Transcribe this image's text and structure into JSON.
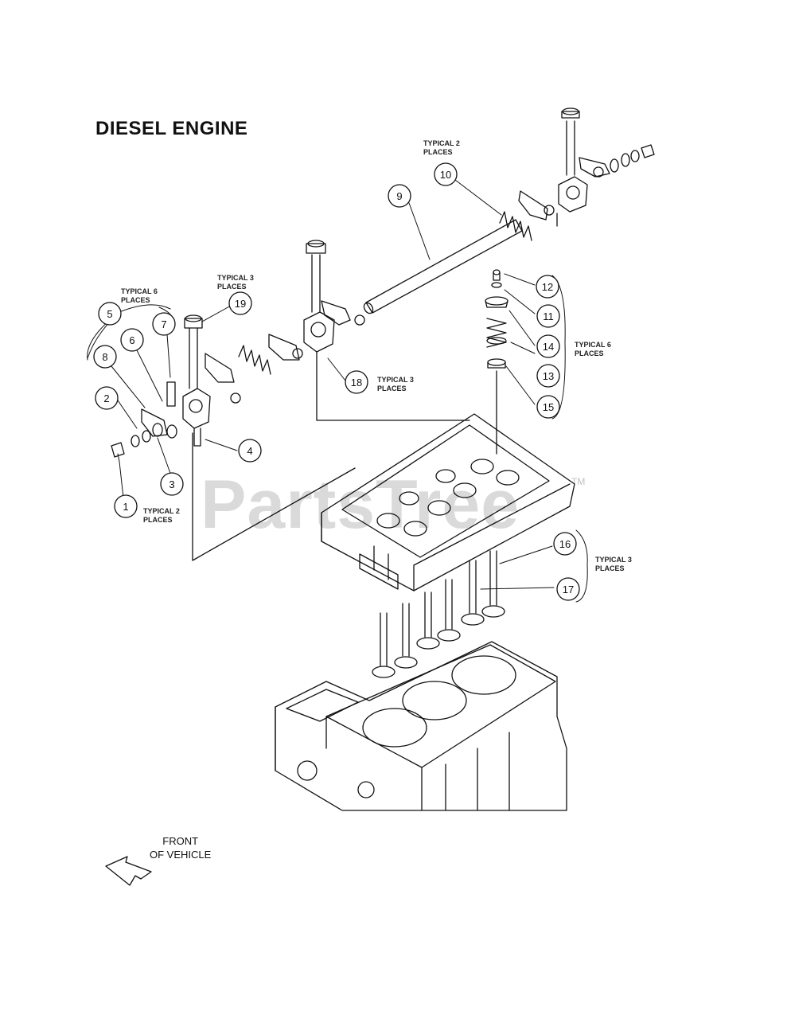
{
  "title": "DIESEL ENGINE",
  "front_label_line1": "FRONT",
  "front_label_line2": "OF VEHICLE",
  "watermark": "PartsTree",
  "watermark_tm": "TM",
  "callouts": [
    "1",
    "2",
    "3",
    "4",
    "5",
    "6",
    "7",
    "8",
    "9",
    "10",
    "11",
    "12",
    "13",
    "14",
    "15",
    "16",
    "17",
    "18",
    "19"
  ],
  "notes": {
    "n2_top": "TYPICAL 2",
    "n2_top_b": "PLACES",
    "n6_left": "TYPICAL 6",
    "n6_left_b": "PLACES",
    "n3_19": "TYPICAL 3",
    "n3_19_b": "PLACES",
    "n3_18": "TYPICAL 3",
    "n3_18_b": "PLACES",
    "n2_bottom": "TYPICAL 2",
    "n2_bottom_b": "PLACES",
    "n6_right": "TYPICAL 6",
    "n6_right_b": "PLACES",
    "n3_right": "TYPICAL 3",
    "n3_right_b": "PLACES"
  }
}
